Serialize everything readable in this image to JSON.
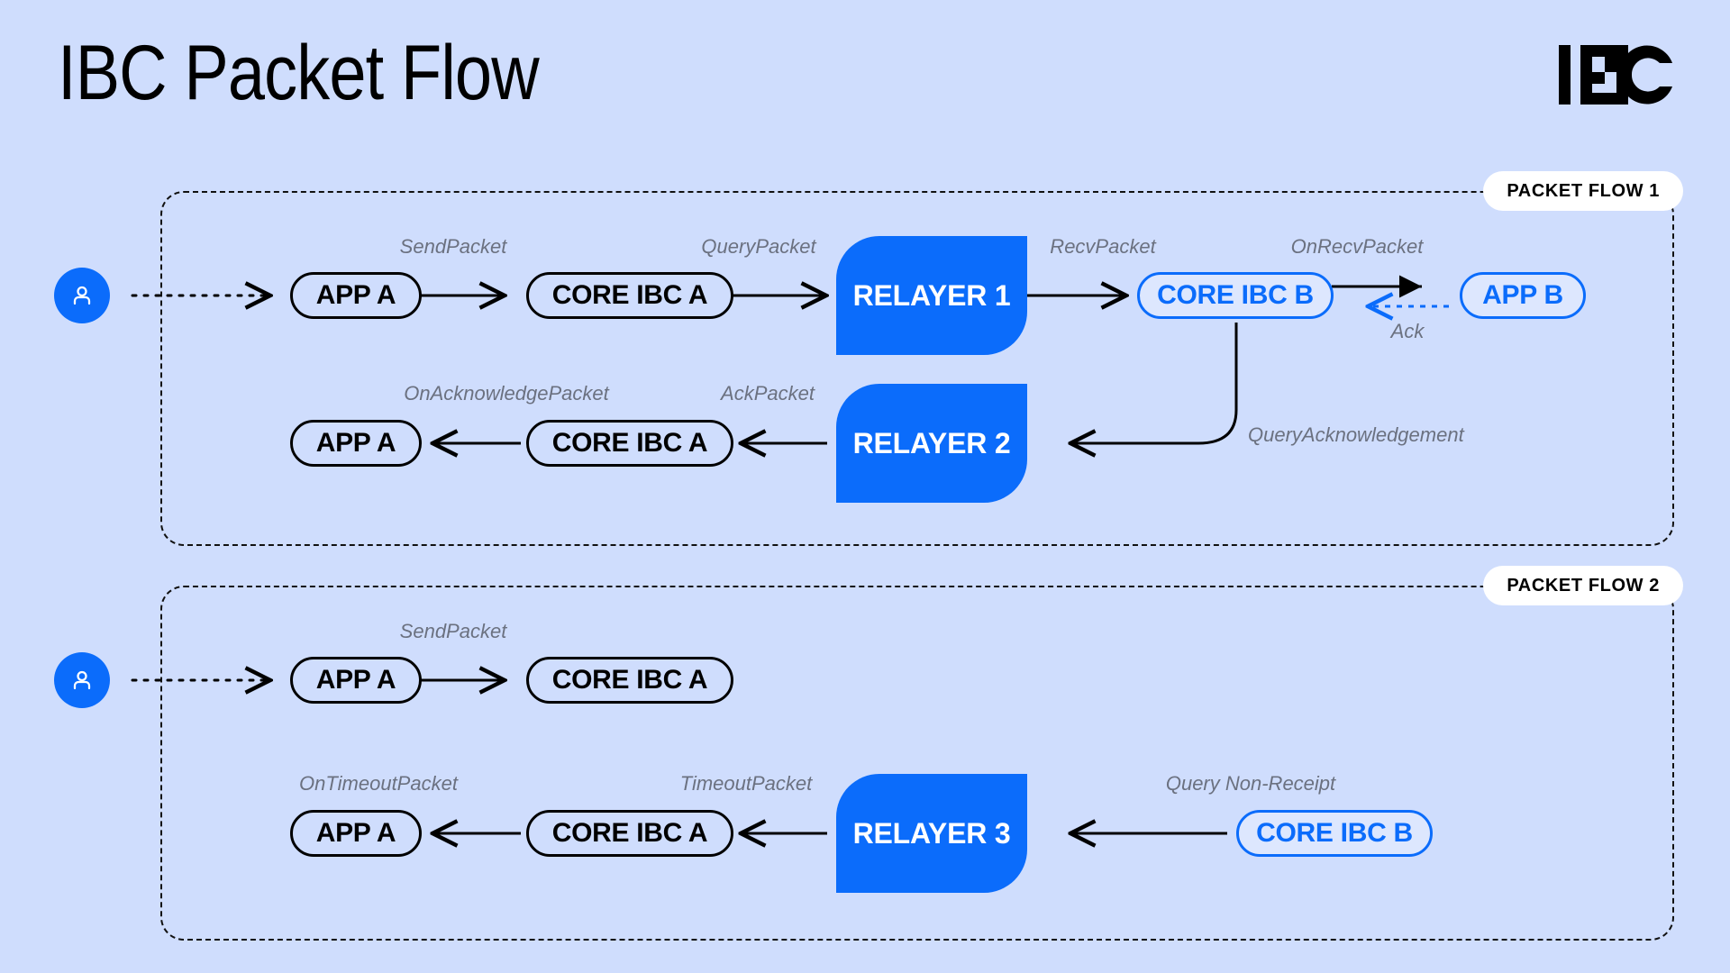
{
  "header": {
    "title": "IBC Packet Flow",
    "logo_alt": "IBC"
  },
  "colors": {
    "background": "#cfddfd",
    "brand_blue": "#0b6cfb",
    "node_blue_fill": "#dde7fe",
    "label_gray": "#6b7180",
    "black": "#000000",
    "badge_white": "#ffffff"
  },
  "sections": [
    {
      "id": "flow1",
      "badge": "PACKET FLOW 1",
      "rows": [
        {
          "id": "flow1-row1",
          "nodes": [
            {
              "name": "user",
              "type": "avatar",
              "label": ""
            },
            {
              "name": "app-a",
              "type": "pill-black",
              "label": "APP A"
            },
            {
              "name": "core-ibc-a",
              "type": "pill-black",
              "label": "CORE IBC A"
            },
            {
              "name": "relayer-1",
              "type": "relayer",
              "label": "RELAYER 1"
            },
            {
              "name": "core-ibc-b",
              "type": "pill-blue",
              "label": "CORE IBC B"
            },
            {
              "name": "app-b",
              "type": "pill-blue",
              "label": "APP B"
            }
          ],
          "edges": [
            {
              "name": "user-to-app-a",
              "label": "",
              "style": "dotted-black",
              "dir": "right"
            },
            {
              "name": "send-packet",
              "label": "SendPacket",
              "style": "solid-black",
              "dir": "right"
            },
            {
              "name": "query-packet",
              "label": "QueryPacket",
              "style": "solid-black",
              "dir": "right"
            },
            {
              "name": "recv-packet",
              "label": "RecvPacket",
              "style": "solid-black",
              "dir": "right"
            },
            {
              "name": "on-recv-packet",
              "label": "OnRecvPacket",
              "style": "solid-black",
              "dir": "right"
            },
            {
              "name": "ack",
              "label": "Ack",
              "style": "dashed-blue",
              "dir": "left"
            }
          ]
        },
        {
          "id": "flow1-row2",
          "nodes": [
            {
              "name": "app-a-ack",
              "type": "pill-black",
              "label": "APP A"
            },
            {
              "name": "core-ibc-a-ack",
              "type": "pill-black",
              "label": "CORE IBC A"
            },
            {
              "name": "relayer-2",
              "type": "relayer",
              "label": "RELAYER 2"
            }
          ],
          "edges": [
            {
              "name": "on-acknowledge-packet",
              "label": "OnAcknowledgePacket",
              "style": "solid-black",
              "dir": "left"
            },
            {
              "name": "ack-packet",
              "label": "AckPacket",
              "style": "solid-black",
              "dir": "left"
            },
            {
              "name": "query-acknowledgement",
              "label": "QueryAcknowledgement",
              "style": "solid-black-curve",
              "dir": "left"
            }
          ]
        }
      ]
    },
    {
      "id": "flow2",
      "badge": "PACKET FLOW 2",
      "rows": [
        {
          "id": "flow2-row1",
          "nodes": [
            {
              "name": "user-2",
              "type": "avatar",
              "label": ""
            },
            {
              "name": "app-a-2",
              "type": "pill-black",
              "label": "APP A"
            },
            {
              "name": "core-ibc-a-2",
              "type": "pill-black",
              "label": "CORE IBC A"
            }
          ],
          "edges": [
            {
              "name": "user-to-app-a-2",
              "label": "",
              "style": "dotted-black",
              "dir": "right"
            },
            {
              "name": "send-packet-2",
              "label": "SendPacket",
              "style": "solid-black",
              "dir": "right"
            }
          ]
        },
        {
          "id": "flow2-row2",
          "nodes": [
            {
              "name": "app-a-timeout",
              "type": "pill-black",
              "label": "APP A"
            },
            {
              "name": "core-ibc-a-timeout",
              "type": "pill-black",
              "label": "CORE IBC A"
            },
            {
              "name": "relayer-3",
              "type": "relayer",
              "label": "RELAYER 3"
            },
            {
              "name": "core-ibc-b-2",
              "type": "pill-blue",
              "label": "CORE IBC B"
            }
          ],
          "edges": [
            {
              "name": "on-timeout-packet",
              "label": "OnTimeoutPacket",
              "style": "solid-black",
              "dir": "left"
            },
            {
              "name": "timeout-packet",
              "label": "TimeoutPacket",
              "style": "solid-black",
              "dir": "left"
            },
            {
              "name": "query-non-receipt",
              "label": "Query Non-Receipt",
              "style": "solid-black",
              "dir": "left"
            }
          ]
        }
      ]
    }
  ],
  "labels": {
    "send_packet": "SendPacket",
    "query_packet": "QueryPacket",
    "recv_packet": "RecvPacket",
    "on_recv_packet": "OnRecvPacket",
    "ack": "Ack",
    "on_acknowledge_packet": "OnAcknowledgePacket",
    "ack_packet": "AckPacket",
    "query_acknowledgement": "QueryAcknowledgement",
    "send_packet_2": "SendPacket",
    "on_timeout_packet": "OnTimeoutPacket",
    "timeout_packet": "TimeoutPacket",
    "query_non_receipt": "Query Non-Receipt"
  },
  "nodes": {
    "app_a": "APP A",
    "core_ibc_a": "CORE IBC A",
    "relayer_1": "RELAYER 1",
    "core_ibc_b": "CORE IBC B",
    "app_b": "APP B",
    "relayer_2": "RELAYER 2",
    "relayer_3": "RELAYER 3"
  },
  "badges": {
    "flow1": "PACKET FLOW 1",
    "flow2": "PACKET FLOW 2"
  }
}
